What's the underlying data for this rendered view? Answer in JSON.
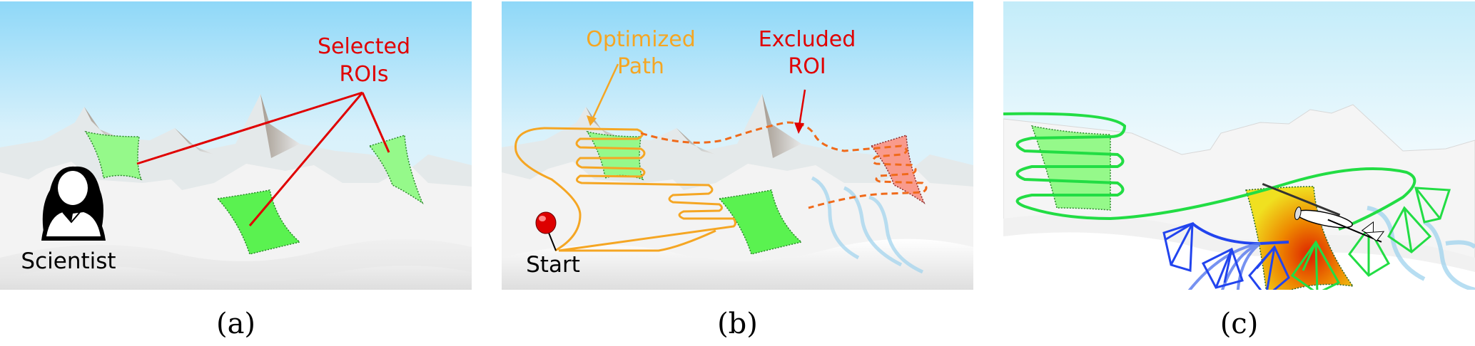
{
  "figure": {
    "panels": [
      {
        "id": "a",
        "caption": "(a)",
        "labels": {
          "selected_rois_line1": "Selected",
          "selected_rois_line2": "ROIs",
          "scientist": "Scientist"
        },
        "roi_count": 3
      },
      {
        "id": "b",
        "caption": "(b)",
        "labels": {
          "optimized_path_line1": "Optimized",
          "optimized_path_line2": "Path",
          "excluded_roi_line1": "Excluded",
          "excluded_roi_line2": "ROI",
          "start": "Start"
        }
      },
      {
        "id": "c",
        "caption": "(c)",
        "labels": {}
      }
    ],
    "colors": {
      "sky_top": "#8fd8f8",
      "sky_bottom": "#e6f6fc",
      "snow": "#f2f2f2",
      "roi_green_light": "#95f98a",
      "roi_green": "#5af250",
      "roi_excluded": "#f99a8c",
      "annotation_red": "#e00000",
      "path_orange": "#f5a623",
      "path_dashed": "#f06a1a",
      "flight_green": "#22dd44",
      "camera_blue": "#2244ee",
      "river_blue": "#9fd3ee",
      "heat_red": "#dd2200",
      "heat_yellow": "#f0e020"
    }
  }
}
